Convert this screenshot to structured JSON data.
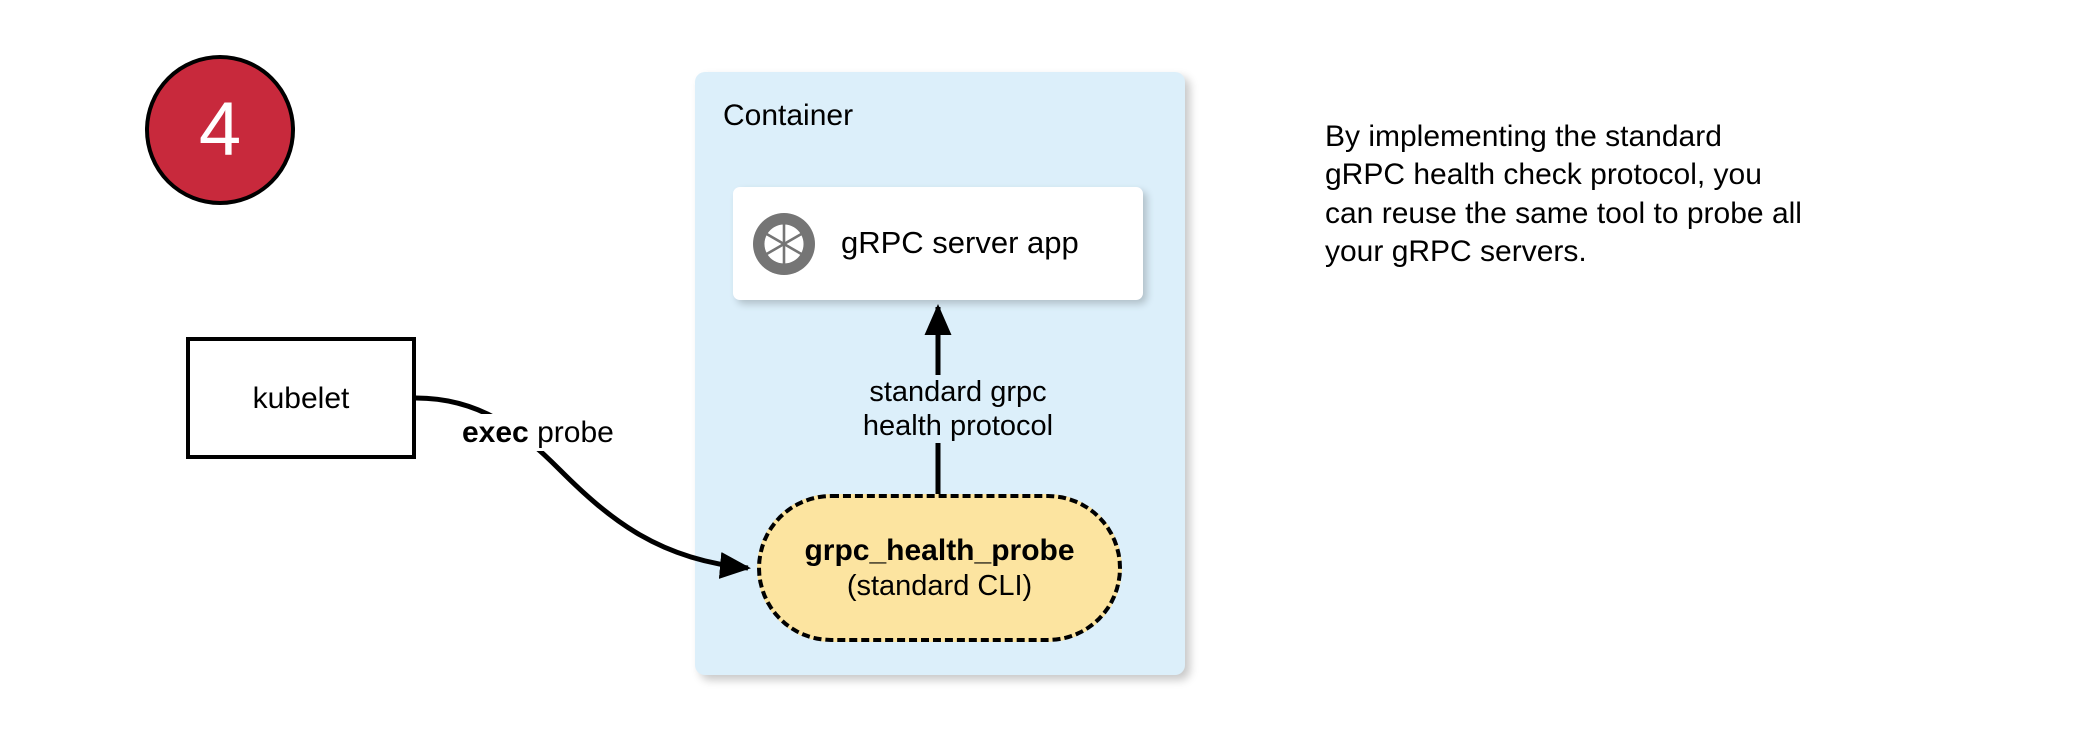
{
  "step": {
    "number": "4"
  },
  "kubelet": {
    "label": "kubelet"
  },
  "exec_probe": {
    "bold_word": "exec",
    "rest": " probe"
  },
  "container": {
    "title": "Container"
  },
  "grpc_server": {
    "label": "gRPC server app",
    "icon": "grpc-aperture-icon"
  },
  "protocol_arrow": {
    "line1": "standard grpc",
    "line2": "health protocol"
  },
  "health_probe": {
    "line1": "grpc_health_probe",
    "line2": "(standard CLI)"
  },
  "note": {
    "line1": "By implementing the standard",
    "line2": "gRPC health check protocol, you",
    "line3": "can reuse the same tool to probe all",
    "line4": "your gRPC servers."
  },
  "colors": {
    "badge_fill": "#C8293C",
    "badge_text": "#FFFFFF",
    "container_fill": "#DCEFFA",
    "probe_fill": "#FCE4A0",
    "card_fill": "#FFFFFF",
    "icon_gray": "#757575",
    "stroke": "#000000"
  }
}
